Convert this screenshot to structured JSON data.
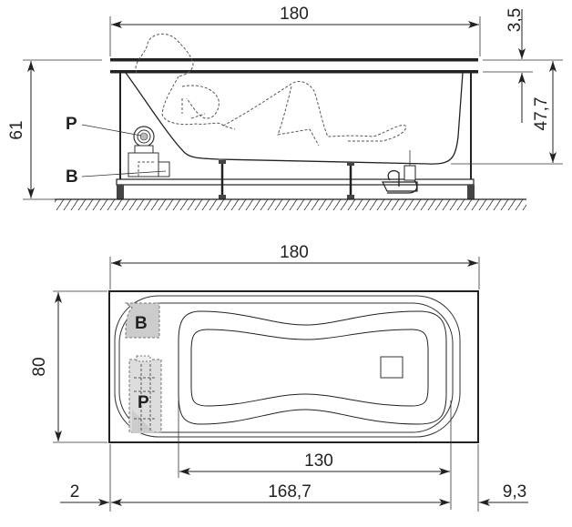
{
  "side_view": {
    "length": "180",
    "rim_thickness": "3,5",
    "depth": "47,7",
    "total_height": "61",
    "labels": {
      "pump": "P",
      "blower": "B"
    }
  },
  "top_view": {
    "length": "180",
    "width": "80",
    "inner_length": "130",
    "overall_inner": "168,7",
    "left_offset": "2",
    "right_offset": "9,3",
    "labels": {
      "pump": "P",
      "blower": "B"
    }
  }
}
